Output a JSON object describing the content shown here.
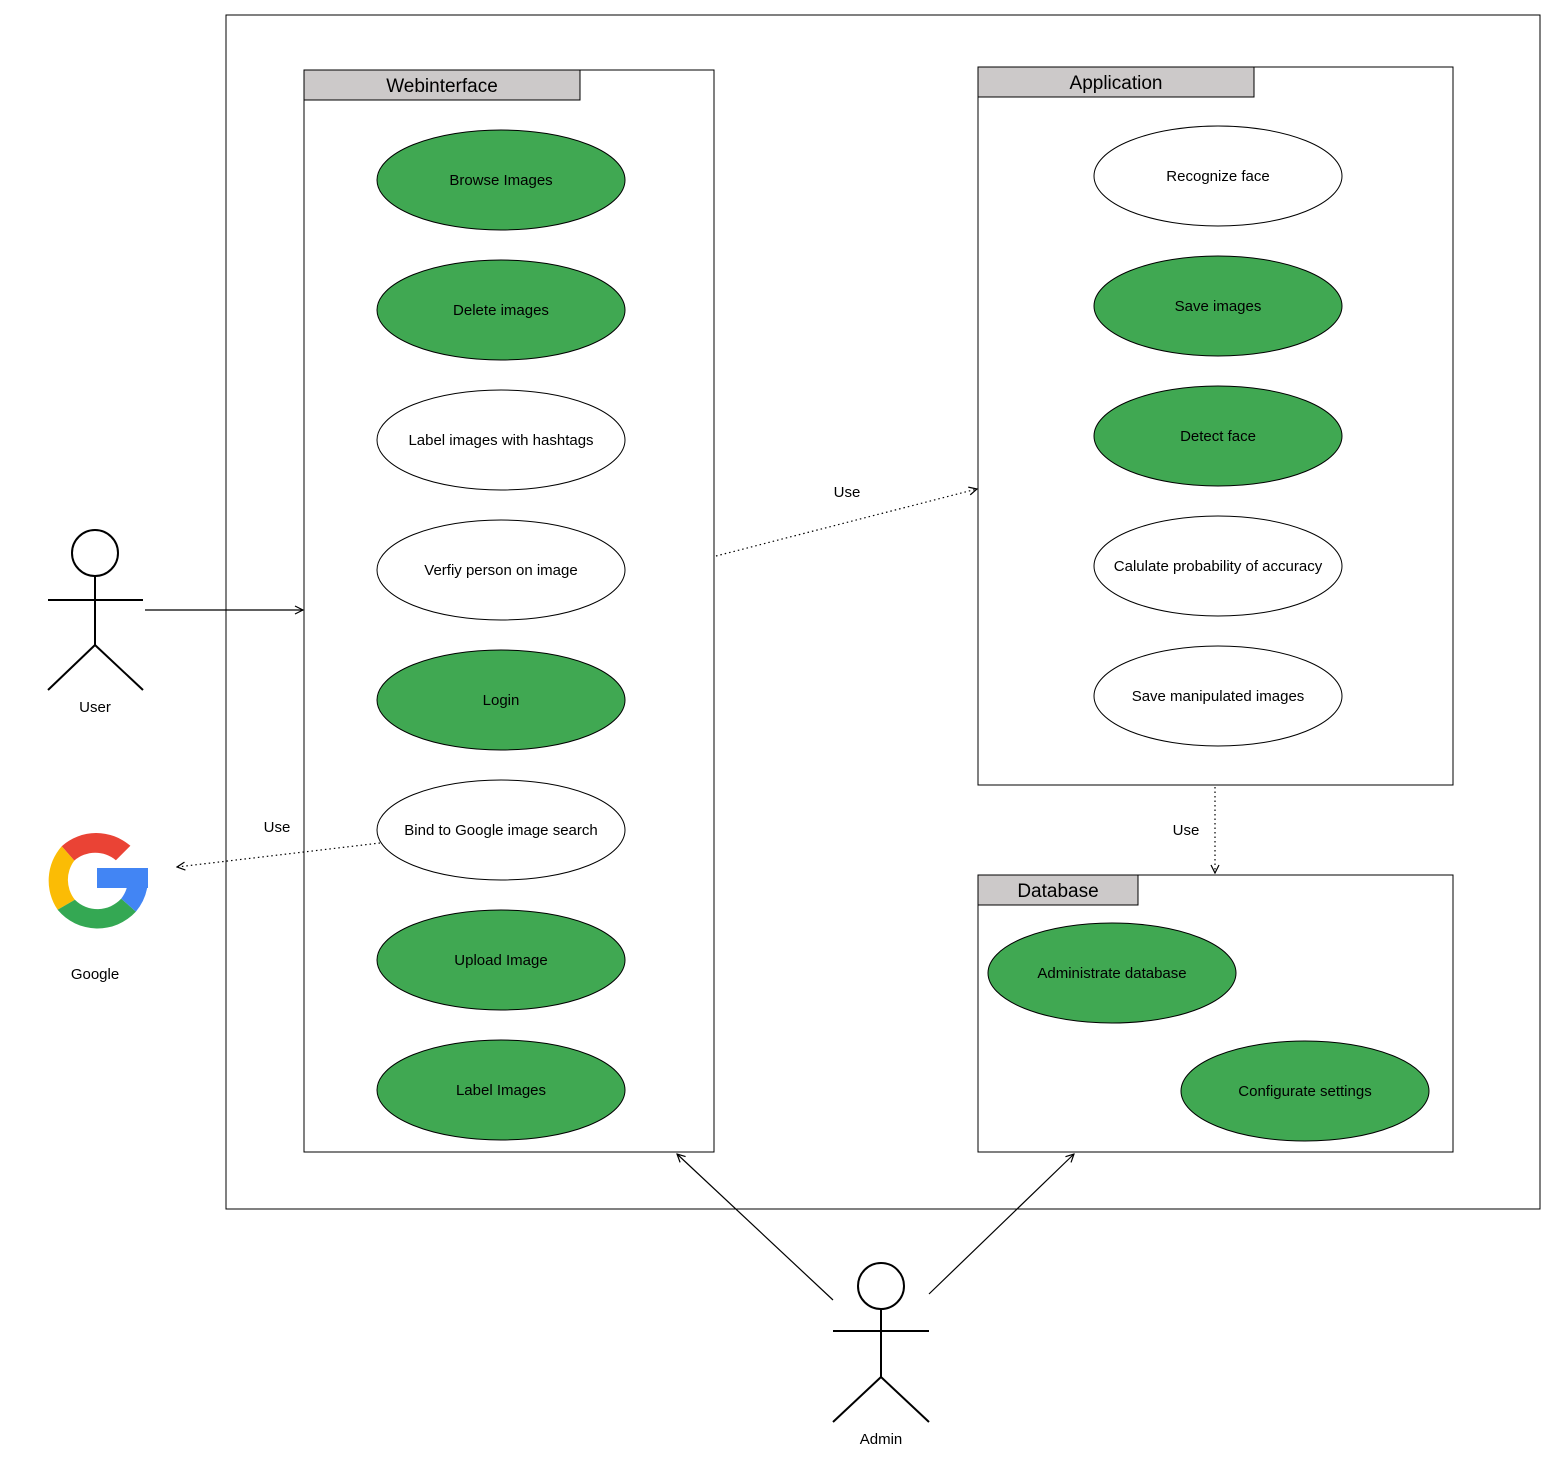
{
  "colors": {
    "use_case_green": "#40a852",
    "use_case_white": "#ffffff",
    "package_tab": "#ccc9c9",
    "stroke": "#000000"
  },
  "packages": {
    "webinterface": {
      "title": "Webinterface",
      "use_cases": [
        {
          "label": "Browse Images",
          "highlighted": true
        },
        {
          "label": "Delete images",
          "highlighted": true
        },
        {
          "label": "Label images with hashtags",
          "highlighted": false
        },
        {
          "label": "Verfiy person on image",
          "highlighted": false
        },
        {
          "label": "Login",
          "highlighted": true
        },
        {
          "label": "Bind to Google image search",
          "highlighted": false
        },
        {
          "label": "Upload Image",
          "highlighted": true
        },
        {
          "label": "Label Images",
          "highlighted": true
        }
      ]
    },
    "application": {
      "title": "Application",
      "use_cases": [
        {
          "label": "Recognize face",
          "highlighted": false
        },
        {
          "label": "Save images",
          "highlighted": true
        },
        {
          "label": "Detect face",
          "highlighted": true
        },
        {
          "label": "Calulate probability of accuracy",
          "highlighted": false
        },
        {
          "label": "Save manipulated images",
          "highlighted": false
        }
      ]
    },
    "database": {
      "title": "Database",
      "use_cases": [
        {
          "label": "Administrate database",
          "highlighted": true
        },
        {
          "label": "Configurate settings",
          "highlighted": true
        }
      ]
    }
  },
  "actors": {
    "user": "User",
    "admin": "Admin",
    "google": "Google"
  },
  "relations": {
    "web_to_app": "Use",
    "web_to_google": "Use",
    "app_to_db": "Use"
  },
  "icons": {
    "google": "google-g-logo-icon"
  }
}
